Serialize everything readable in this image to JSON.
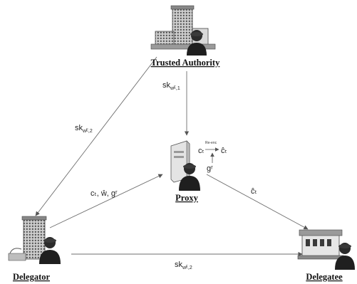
{
  "nodes": {
    "trusted_authority": {
      "label": "Trusted Authority"
    },
    "proxy": {
      "label": "Proxy"
    },
    "delegator": {
      "label": "Delegator"
    },
    "delegatee": {
      "label": "Delegatee"
    }
  },
  "edges": {
    "ta_to_proxy": {
      "main": "sk",
      "sub": "wᴱ,1"
    },
    "ta_to_delegator": {
      "main": "sk",
      "sub": "wᴱ,2"
    },
    "delegator_to_proxy": {
      "text": "cₜ, ŵ, gʳ"
    },
    "delegator_to_delegatee": {
      "main": "sk",
      "sub": "wᴱ,2"
    },
    "proxy_to_delegatee": {
      "text": "ĉₜ"
    }
  },
  "proxy_annotation": {
    "left": "cₜ",
    "above": "Re-enc",
    "right": "ĉₜ",
    "below": "gʳ"
  }
}
